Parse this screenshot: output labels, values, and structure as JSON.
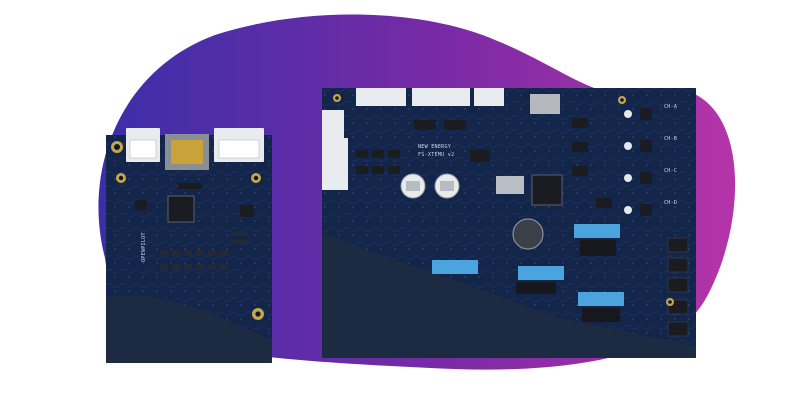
{
  "scene": {
    "blob_gradient": [
      "#3c2fa8",
      "#7a2aa6",
      "#b334a7"
    ],
    "pcb_color": "#14254a",
    "pcb_shadow_color": "#1c2b42",
    "connector_color": "#e9ecef",
    "capacitor_color": "#4aa4de"
  },
  "small_board": {
    "silkscreen": "OPENPILOT"
  },
  "large_board": {
    "silkscreen_line1": "NEW ENERGY",
    "silkscreen_line2": "FS-XTEMU v2",
    "channel_labels": [
      "CH-A",
      "CH-B",
      "CH-C",
      "CH-D"
    ]
  }
}
